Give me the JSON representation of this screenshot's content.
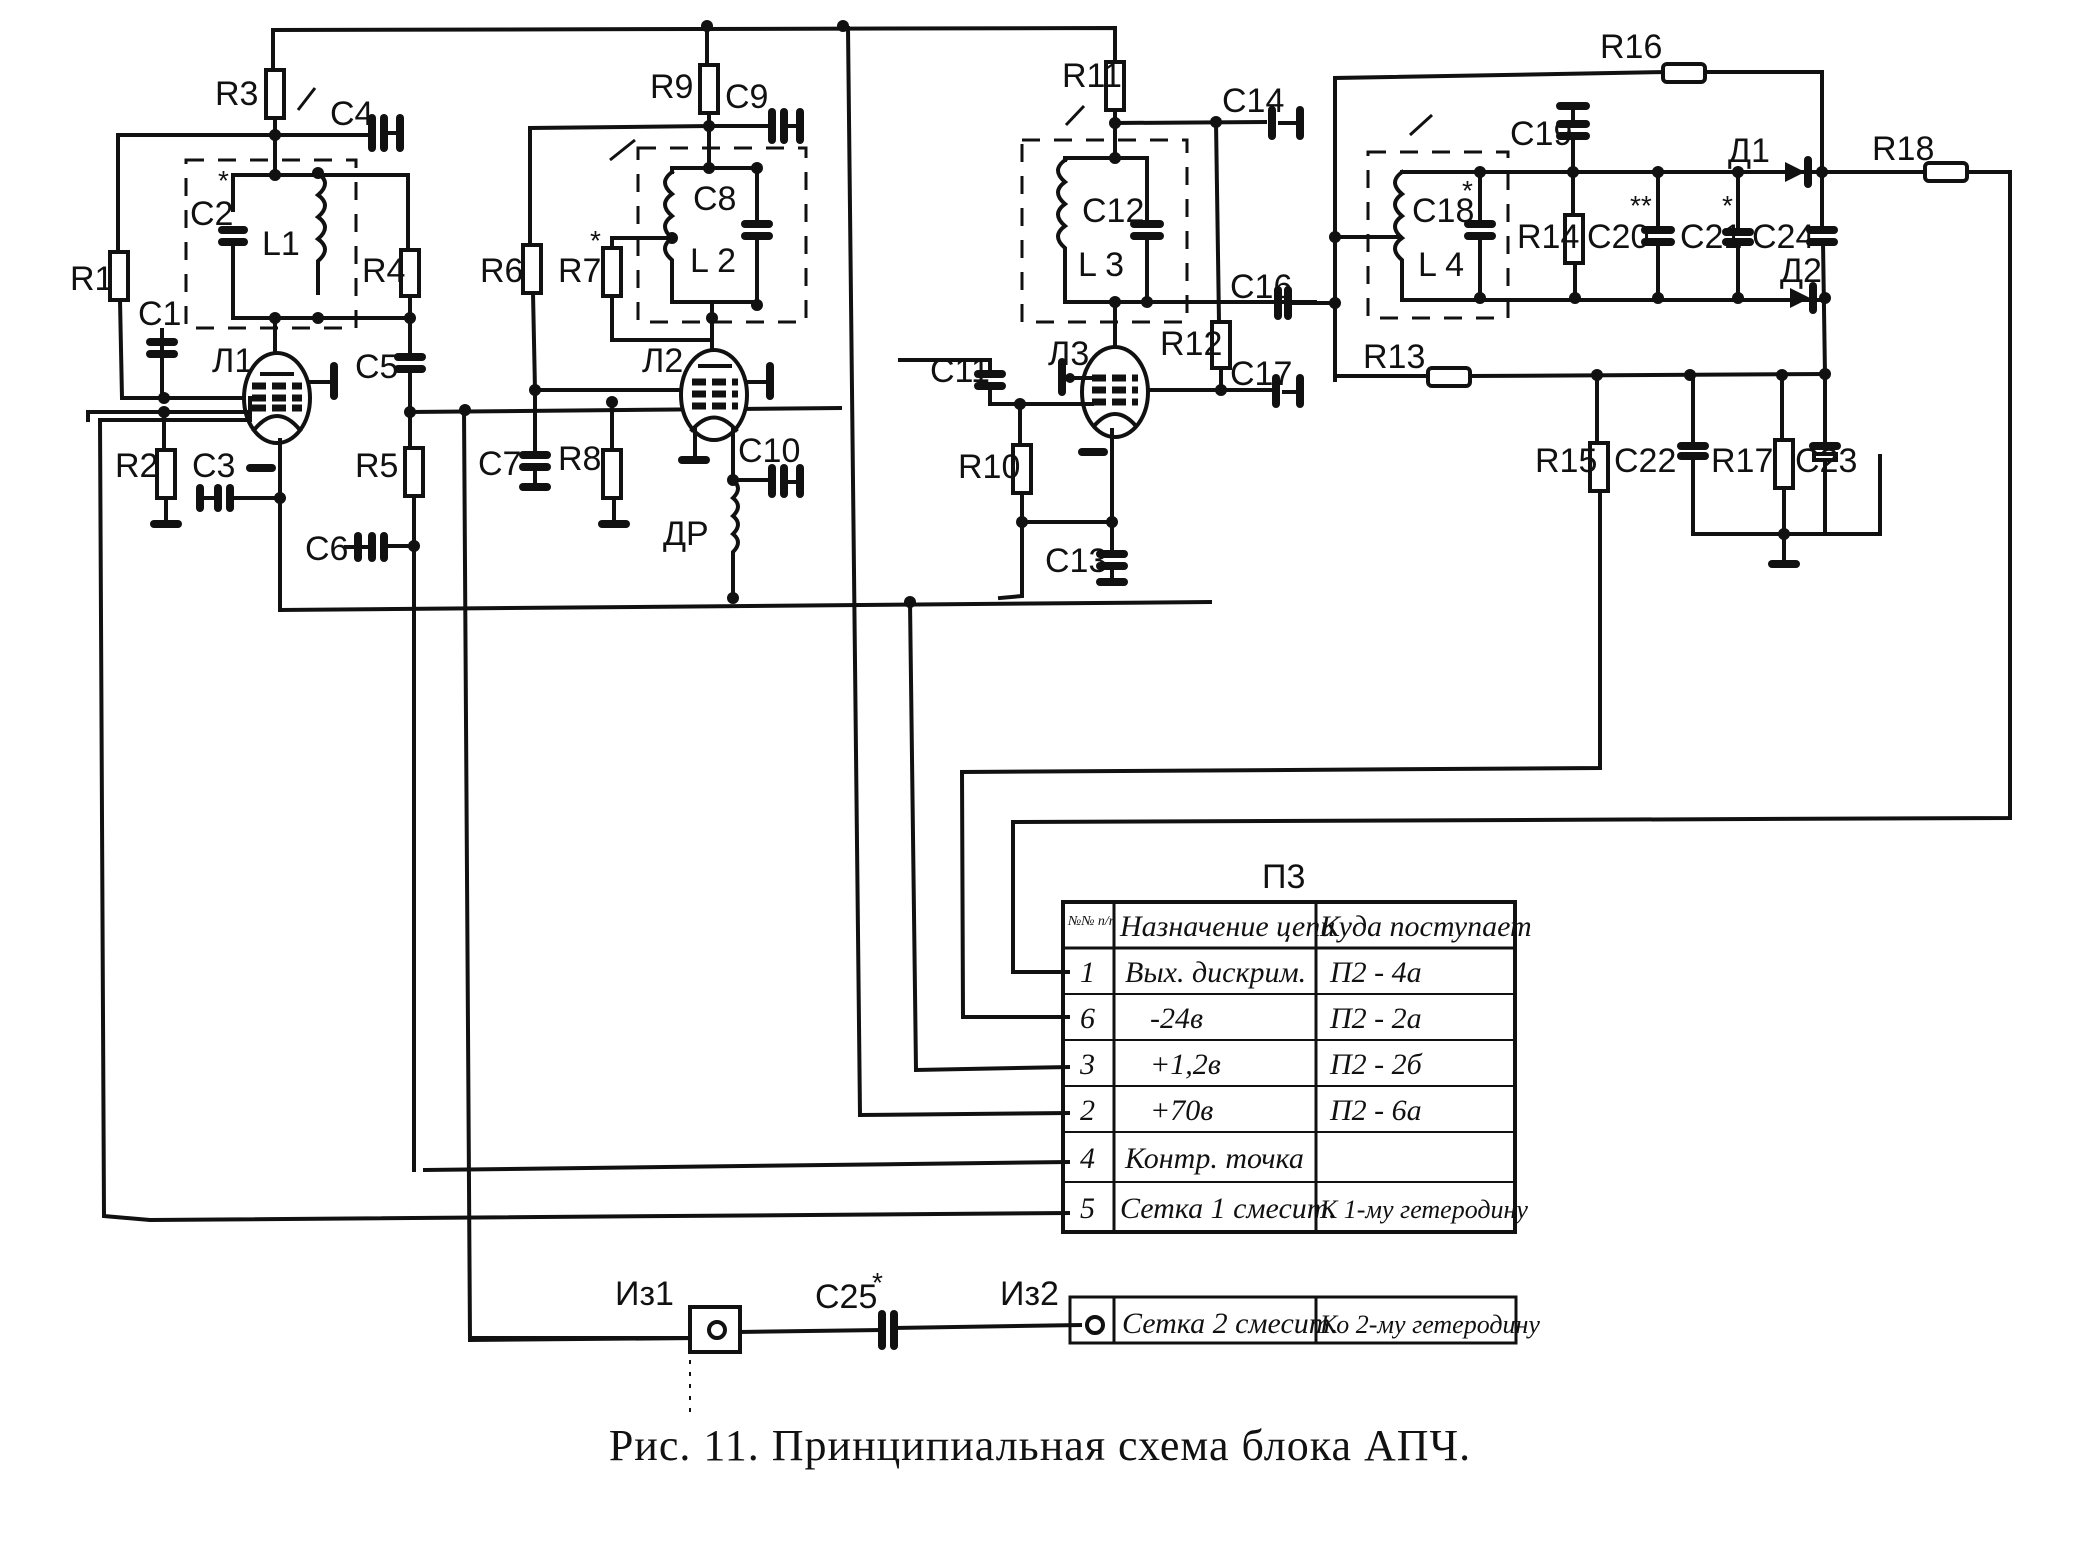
{
  "figure": {
    "caption": "Рис. 11. Принципиальная схема блока АПЧ."
  },
  "components": {
    "resistors": [
      "R1",
      "R2",
      "R3",
      "R4",
      "R5",
      "R6",
      "R7",
      "R8",
      "R9",
      "R10",
      "R11",
      "R12",
      "R13",
      "R14",
      "R15",
      "R16",
      "R17",
      "R18"
    ],
    "capacitors": [
      "C1",
      "C2*",
      "C3",
      "C4",
      "C5",
      "C6",
      "C7",
      "C8",
      "C9",
      "C10",
      "C11",
      "C12",
      "C13",
      "C14",
      "C16",
      "C17",
      "C18*",
      "C19",
      "C20**",
      "C21*",
      "C22",
      "C23",
      "C24",
      "C25*"
    ],
    "inductors": [
      "L1",
      "L2",
      "L3",
      "L4"
    ],
    "tubes": [
      "Л1",
      "Л2",
      "Л3"
    ],
    "diodes": [
      "Д1",
      "Д2"
    ],
    "choke": "ДР",
    "jacks": [
      "Из1",
      "Из2"
    ]
  },
  "labels": {
    "R1": "R1",
    "R2": "R2",
    "R3": "R3",
    "R4": "R4",
    "R5": "R5",
    "R6": "R6",
    "R7": "R7",
    "R8": "R8",
    "R9": "R9",
    "R10": "R10",
    "R11": "R11",
    "R12": "R12",
    "R13": "R13",
    "R14": "R14",
    "R15": "R15",
    "R16": "R16",
    "R17": "R17",
    "R18": "R18",
    "C1": "C1",
    "C2": "C2",
    "C3": "C3",
    "C4": "C4",
    "C5": "C5",
    "C6": "C6",
    "C7": "C7",
    "C8": "C8",
    "C9": "C9",
    "C10": "C10",
    "C11": "C11",
    "C12": "C12",
    "C13": "C13",
    "C14": "C14",
    "C16": "C16",
    "C17": "C17",
    "C18": "C18",
    "C19": "C19",
    "C20": "C20",
    "C21": "C21",
    "C22": "C22",
    "C23": "C23",
    "C24": "C24",
    "C25": "C25",
    "L1": "L1",
    "L2": "L 2",
    "L3": "L 3",
    "L4": "L 4",
    "T1": "Л1",
    "T2": "Л2",
    "T3": "Л3",
    "D1": "Д1",
    "D2": "Д2",
    "DR": "ДР",
    "Iz1": "Из1",
    "Iz2": "Из2",
    "star": "*",
    "dstar": "**"
  },
  "connector": {
    "title": "П3",
    "headers": [
      "№№ п/п",
      "Назначение цепи",
      "Куда поступает"
    ],
    "rows": [
      {
        "n": "1",
        "purpose": "Вых. дискрим.",
        "dest": "П2 - 4а"
      },
      {
        "n": "6",
        "purpose": "-24в",
        "dest": "П2 - 2а"
      },
      {
        "n": "3",
        "purpose": "+1,2в",
        "dest": "П2 - 2б"
      },
      {
        "n": "2",
        "purpose": "+70в",
        "dest": "П2 - 6а"
      },
      {
        "n": "4",
        "purpose": "Контр. точка",
        "dest": ""
      },
      {
        "n": "5",
        "purpose": "Сетка 1 смесит.",
        "dest": "К 1-му гетеродину"
      }
    ],
    "extra_row": {
      "purpose": "Сетка 2 смесит.",
      "dest": "Ко 2-му гетеродину"
    }
  }
}
